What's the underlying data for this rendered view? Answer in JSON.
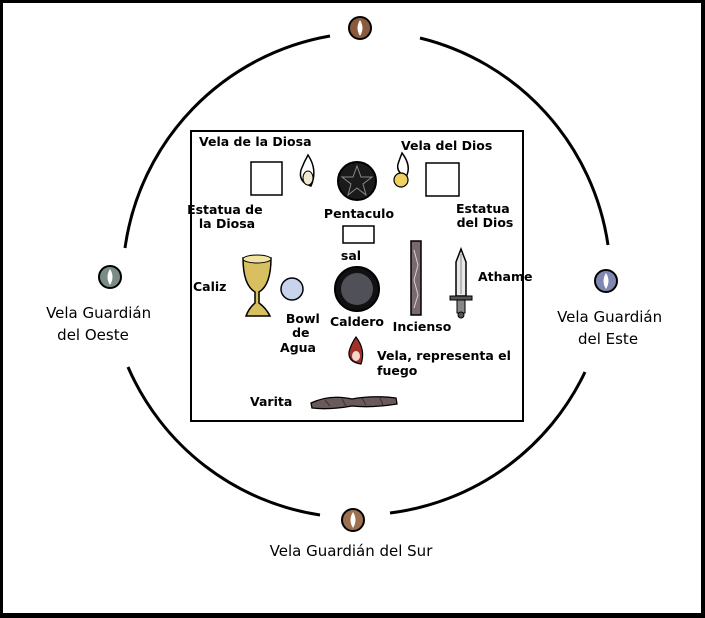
{
  "colors": {
    "background_border": "#000000",
    "paper": "#ffffff",
    "north_candle": "#8a5a3c",
    "west_candle": "#7a8c84",
    "east_candle": "#8088b0",
    "south_candle": "#9c7050",
    "goddess_flame": "#f2ead0",
    "god_flame": "#f0d060",
    "fire_flame": "#a03028",
    "bowl": "#c8d4ec",
    "chalice": "#d8c060",
    "cauldron": "#505058",
    "incense": "#7a6a6e",
    "wand": "#6a5a5a"
  },
  "guardians": {
    "west": {
      "line1": "Vela Guardián",
      "line2": "del Oeste",
      "icon": "candle-flame-icon"
    },
    "east": {
      "line1": "Vela Guardián",
      "line2": "del Este",
      "icon": "candle-flame-icon"
    },
    "south": {
      "label": "Vela Guardián del Sur",
      "icon": "candle-flame-icon"
    },
    "north": {
      "icon": "candle-flame-icon"
    }
  },
  "altar": {
    "vela_diosa": "Vela de la Diosa",
    "vela_dios": "Vela del Dios",
    "estatua_diosa": [
      "Estatua de",
      "la Diosa"
    ],
    "estatua_dios": [
      "Estatua",
      "del Dios"
    ],
    "pentaculo": "Pentaculo",
    "sal": "sal",
    "caliz": "Caliz",
    "bowl": [
      "Bowl",
      "de",
      "Agua"
    ],
    "caldero": "Caldero",
    "incienso": "Incienso",
    "athame": "Athame",
    "vela_fuego": [
      "Vela, representa el",
      "fuego"
    ],
    "varita": "Varita"
  }
}
